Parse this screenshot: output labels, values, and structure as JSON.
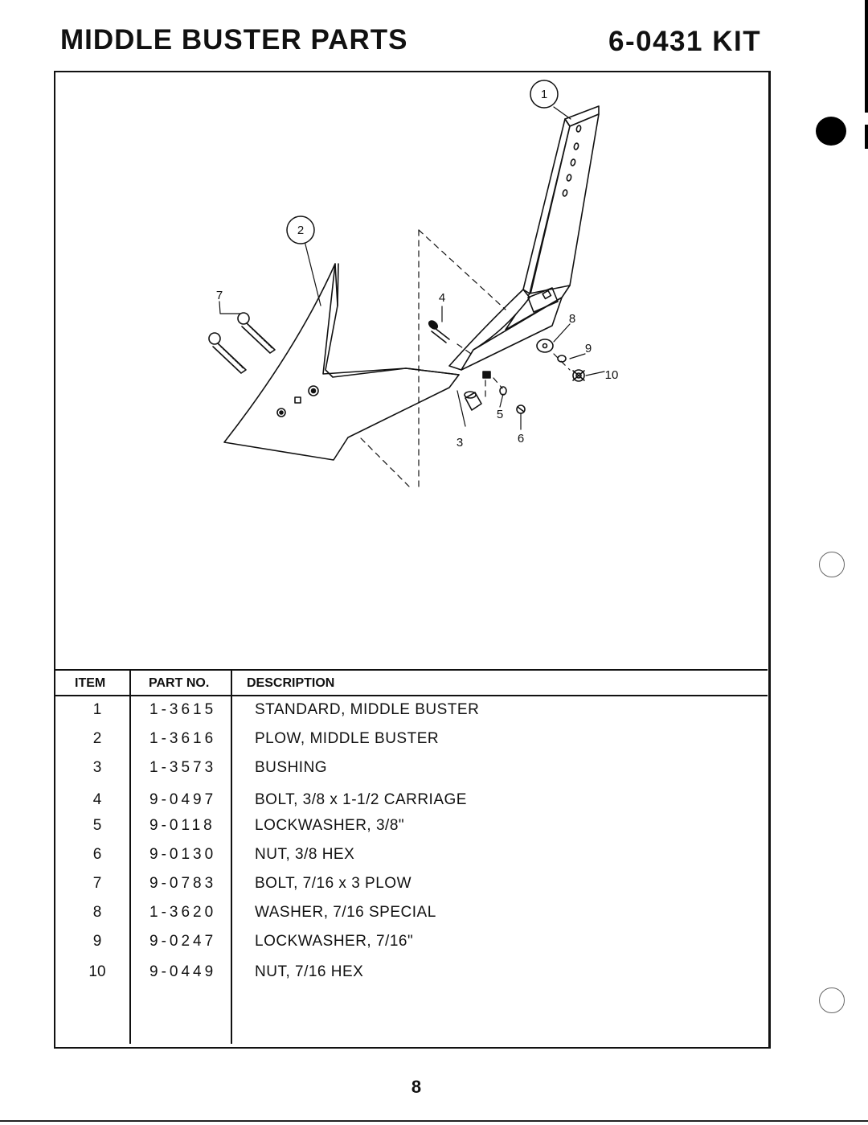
{
  "header": {
    "title": "MIDDLE BUSTER PARTS",
    "kit": "6-0431 KIT"
  },
  "diagram": {
    "callouts": [
      "1",
      "2",
      "3",
      "4",
      "5",
      "6",
      "7",
      "8",
      "9",
      "10"
    ]
  },
  "table": {
    "headers": {
      "item": "ITEM",
      "part_no": "PART NO.",
      "description": "DESCRIPTION"
    },
    "rows": [
      {
        "item": "1",
        "part_no": "1-3615",
        "description": "STANDARD, MIDDLE BUSTER"
      },
      {
        "item": "2",
        "part_no": "1-3616",
        "description": "PLOW, MIDDLE BUSTER"
      },
      {
        "item": "3",
        "part_no": "1-3573",
        "description": "BUSHING"
      },
      {
        "item": "4",
        "part_no": "9-0497",
        "description": "BOLT, 3/8 x 1-1/2 CARRIAGE"
      },
      {
        "item": "5",
        "part_no": "9-0118",
        "description": "LOCKWASHER, 3/8\""
      },
      {
        "item": "6",
        "part_no": "9-0130",
        "description": "NUT, 3/8 HEX"
      },
      {
        "item": "7",
        "part_no": "9-0783",
        "description": "BOLT, 7/16 x 3 PLOW"
      },
      {
        "item": "8",
        "part_no": "1-3620",
        "description": "WASHER, 7/16 SPECIAL"
      },
      {
        "item": "9",
        "part_no": "9-0247",
        "description": "LOCKWASHER, 7/16\""
      },
      {
        "item": "10",
        "part_no": "9-0449",
        "description": "NUT, 7/16 HEX"
      }
    ]
  },
  "page_number": "8"
}
